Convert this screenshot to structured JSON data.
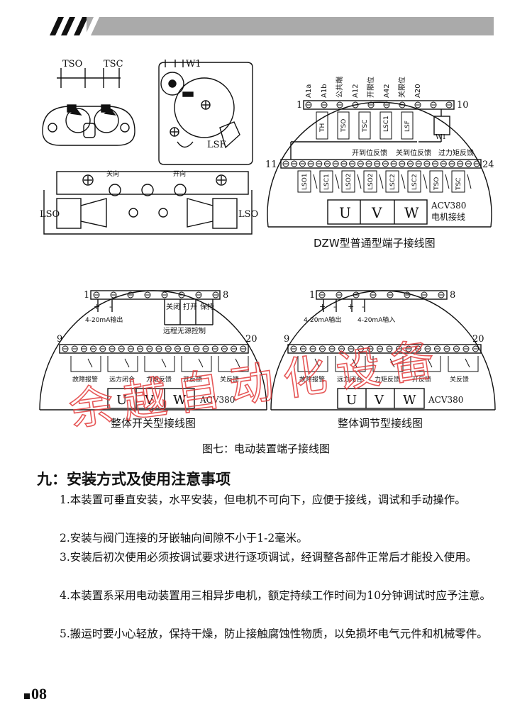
{
  "figure": {
    "caption": "图七：电动装置端子接线图",
    "switch_labels": {
      "tso": "TSO",
      "tsc": "TSC",
      "w1": "W1",
      "lsf": "LSF",
      "lso_left": "LSO",
      "lso_right": "LSO",
      "close_dir": "关向",
      "open_dir": "开向"
    },
    "dzw": {
      "title": "DZW型普通型端子接线图",
      "top_start": "1",
      "top_end": "10",
      "bottom_start": "11",
      "bottom_end": "24",
      "col_labels": [
        "A1a",
        "A1b",
        "公共端",
        "A12",
        "开限位",
        "A42",
        "关限位",
        "A20"
      ],
      "top_switches": [
        "TH",
        "TSO",
        "TSC",
        "LSC1",
        "LSF"
      ],
      "w1": "W1",
      "feedback": [
        "开到位反馈",
        "关到位反馈",
        "过力矩反馈"
      ],
      "bottom_switches": [
        "LSO1",
        "LSC1",
        "LSO2",
        "LSO2",
        "LSC2",
        "LSC2",
        "TSO",
        "TSC"
      ],
      "uvw": [
        "U",
        "V",
        "W"
      ],
      "motor_model": "ACV380",
      "motor_label": "电机接线"
    },
    "onoff": {
      "title": "整体开关型接线图",
      "top_start": "1",
      "top_end": "8",
      "bottom_start": "9",
      "bottom_end": "20",
      "output": "4-20mA输出",
      "plus": "+",
      "minus": "-",
      "controls": [
        "关闭",
        "打开",
        "保持"
      ],
      "remote": "远程无源控制",
      "groups": [
        "故障报警",
        "远方闭合",
        "力矩反馈",
        "开反馈",
        "关反馈"
      ],
      "uvw": [
        "U",
        "V",
        "W"
      ],
      "motor_model": "ACV380"
    },
    "regulating": {
      "title": "整体调节型接线图",
      "top_start": "1",
      "top_end": "8",
      "bottom_start": "9",
      "bottom_end": "20",
      "output": "4-20mA输出",
      "input": "4-20mA输入",
      "plus": "+",
      "minus": "-",
      "groups": [
        "故障报警",
        "远方闭合",
        "力矩反馈",
        "开反馈",
        "关反馈"
      ],
      "uvw": [
        "U",
        "V",
        "W"
      ],
      "motor_model": "ACV380"
    },
    "watermark": "余越自动化设备"
  },
  "section": {
    "title": "九：安装方式及使用注意事项",
    "paragraphs": [
      "1.本装置可垂直安装，水平安装，但电机不可向下，应便于接线，调试和手动操作。",
      "2.安装与阀门连接的牙嵌轴向间隙不小于1-2毫米。",
      "3.安装后初次使用必须按调试要求进行逐项调试，经调整各部件正常后才能投入使用。",
      "4.本装置系采用电动装置用三相异步电机，额定持续工作时间为10分钟调试时应予注意。",
      "5.搬运时要小心轻放，保持干燥，防止接触腐蚀性物质，以免损坏电气元件和机械零件。"
    ]
  },
  "page": {
    "number": "08"
  },
  "colors": {
    "ink": "#111111",
    "band": "#aaaaaa",
    "watermark": "#e23a3a"
  }
}
